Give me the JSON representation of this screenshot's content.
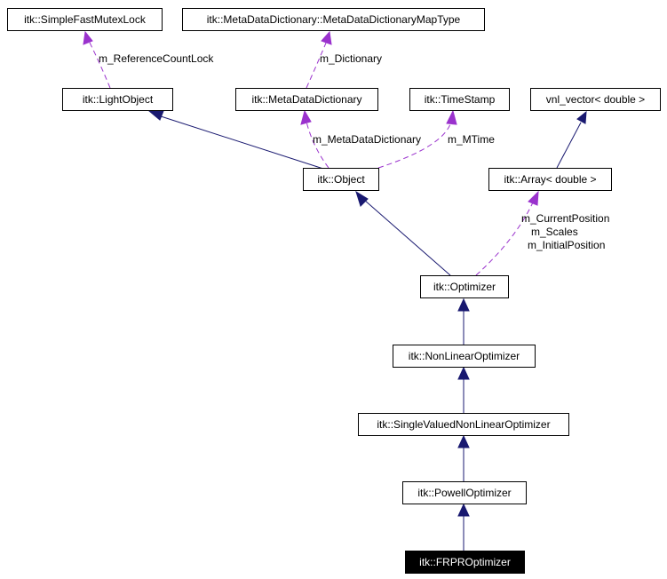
{
  "nodes": {
    "mutex_lock": "itk::SimpleFastMutexLock",
    "map_type": "itk::MetaDataDictionary::MetaDataDictionaryMapType",
    "light_object": "itk::LightObject",
    "meta_dict": "itk::MetaDataDictionary",
    "time_stamp": "itk::TimeStamp",
    "vnl_vector": "vnl_vector< double >",
    "object": "itk::Object",
    "array": "itk::Array< double >",
    "optimizer": "itk::Optimizer",
    "nonlinear": "itk::NonLinearOptimizer",
    "single_valued": "itk::SingleValuedNonLinearOptimizer",
    "powell": "itk::PowellOptimizer",
    "frpr": "itk::FRPROptimizer"
  },
  "edge_labels": {
    "reference_count_lock": "m_ReferenceCountLock",
    "dictionary": "m_Dictionary",
    "meta_data_dictionary": "m_MetaDataDictionary",
    "mtime": "m_MTime",
    "optimizer_members": [
      "m_CurrentPosition",
      "m_Scales",
      "m_InitialPosition"
    ]
  },
  "colors": {
    "inheritance_edge": "#191970",
    "usage_edge": "#9a32cd",
    "current_node_fill": "#000000",
    "current_node_text": "#ffffff"
  }
}
